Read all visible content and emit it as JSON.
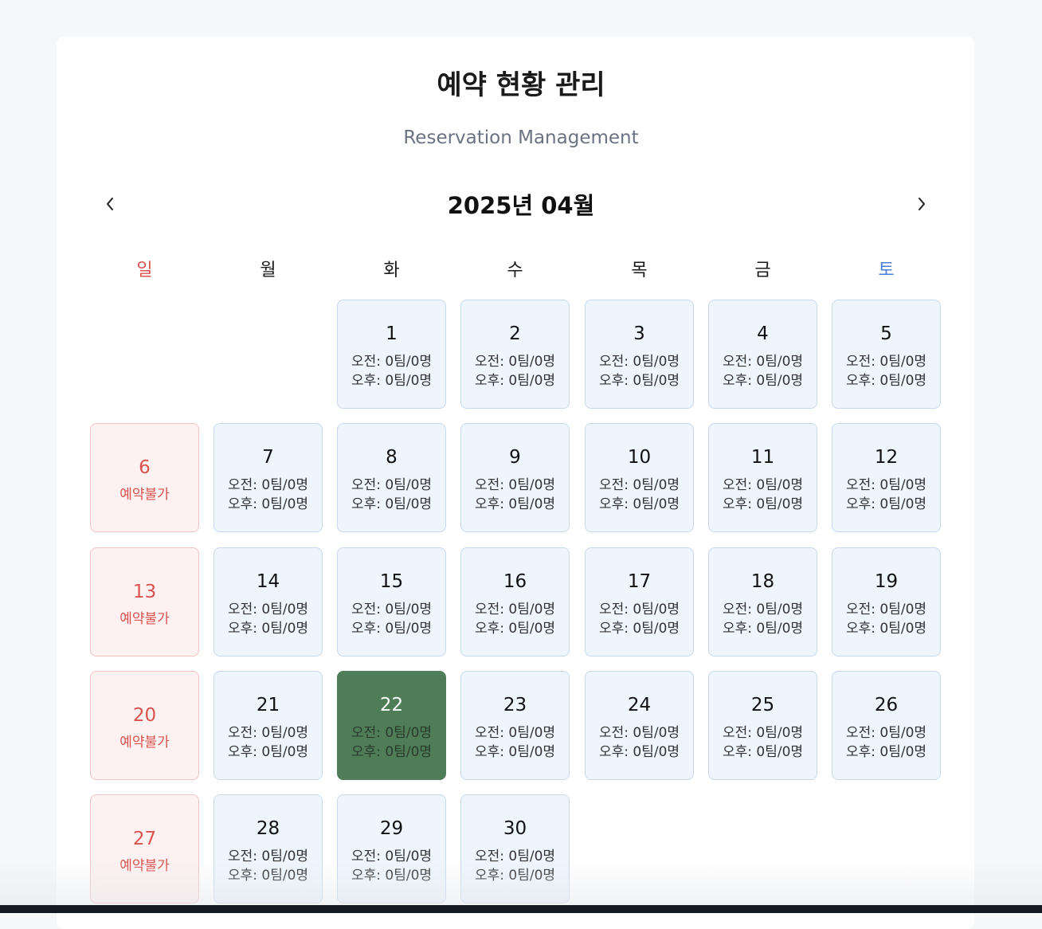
{
  "header": {
    "title": "예약 현황 관리",
    "subtitle": "Reservation Management"
  },
  "nav": {
    "month_label": "2025년 04월",
    "prev_icon": "chevron-left-icon",
    "next_icon": "chevron-right-icon"
  },
  "weekdays": [
    "일",
    "월",
    "화",
    "수",
    "목",
    "금",
    "토"
  ],
  "colors": {
    "sunday": "#d9534f",
    "saturday": "#4a7fd8",
    "available_bg": "#eef5fd",
    "closed_bg": "#fdf1f1",
    "selected_bg": "#4e7d57"
  },
  "calendar": {
    "closed_label": "예약불가",
    "days": [
      {
        "day": "1",
        "status": "available",
        "am": "오전: 0팀/0명",
        "pm": "오후: 0팀/0명"
      },
      {
        "day": "2",
        "status": "available",
        "am": "오전: 0팀/0명",
        "pm": "오후: 0팀/0명"
      },
      {
        "day": "3",
        "status": "available",
        "am": "오전: 0팀/0명",
        "pm": "오후: 0팀/0명"
      },
      {
        "day": "4",
        "status": "available",
        "am": "오전: 0팀/0명",
        "pm": "오후: 0팀/0명"
      },
      {
        "day": "5",
        "status": "available",
        "am": "오전: 0팀/0명",
        "pm": "오후: 0팀/0명"
      },
      {
        "day": "6",
        "status": "closed"
      },
      {
        "day": "7",
        "status": "available",
        "am": "오전: 0팀/0명",
        "pm": "오후: 0팀/0명"
      },
      {
        "day": "8",
        "status": "available",
        "am": "오전: 0팀/0명",
        "pm": "오후: 0팀/0명"
      },
      {
        "day": "9",
        "status": "available",
        "am": "오전: 0팀/0명",
        "pm": "오후: 0팀/0명"
      },
      {
        "day": "10",
        "status": "available",
        "am": "오전: 0팀/0명",
        "pm": "오후: 0팀/0명"
      },
      {
        "day": "11",
        "status": "available",
        "am": "오전: 0팀/0명",
        "pm": "오후: 0팀/0명"
      },
      {
        "day": "12",
        "status": "available",
        "am": "오전: 0팀/0명",
        "pm": "오후: 0팀/0명"
      },
      {
        "day": "13",
        "status": "closed"
      },
      {
        "day": "14",
        "status": "available",
        "am": "오전: 0팀/0명",
        "pm": "오후: 0팀/0명"
      },
      {
        "day": "15",
        "status": "available",
        "am": "오전: 0팀/0명",
        "pm": "오후: 0팀/0명"
      },
      {
        "day": "16",
        "status": "available",
        "am": "오전: 0팀/0명",
        "pm": "오후: 0팀/0명"
      },
      {
        "day": "17",
        "status": "available",
        "am": "오전: 0팀/0명",
        "pm": "오후: 0팀/0명"
      },
      {
        "day": "18",
        "status": "available",
        "am": "오전: 0팀/0명",
        "pm": "오후: 0팀/0명"
      },
      {
        "day": "19",
        "status": "available",
        "am": "오전: 0팀/0명",
        "pm": "오후: 0팀/0명"
      },
      {
        "day": "20",
        "status": "closed"
      },
      {
        "day": "21",
        "status": "available",
        "am": "오전: 0팀/0명",
        "pm": "오후: 0팀/0명"
      },
      {
        "day": "22",
        "status": "selected",
        "am": "오전: 0팀/0명",
        "pm": "오후: 0팀/0명"
      },
      {
        "day": "23",
        "status": "available",
        "am": "오전: 0팀/0명",
        "pm": "오후: 0팀/0명"
      },
      {
        "day": "24",
        "status": "available",
        "am": "오전: 0팀/0명",
        "pm": "오후: 0팀/0명"
      },
      {
        "day": "25",
        "status": "available",
        "am": "오전: 0팀/0명",
        "pm": "오후: 0팀/0명"
      },
      {
        "day": "26",
        "status": "available",
        "am": "오전: 0팀/0명",
        "pm": "오후: 0팀/0명"
      },
      {
        "day": "27",
        "status": "closed"
      },
      {
        "day": "28",
        "status": "available",
        "am": "오전: 0팀/0명",
        "pm": "오후: 0팀/0명"
      },
      {
        "day": "29",
        "status": "available",
        "am": "오전: 0팀/0명",
        "pm": "오후: 0팀/0명"
      },
      {
        "day": "30",
        "status": "available",
        "am": "오전: 0팀/0명",
        "pm": "오후: 0팀/0명"
      }
    ]
  }
}
